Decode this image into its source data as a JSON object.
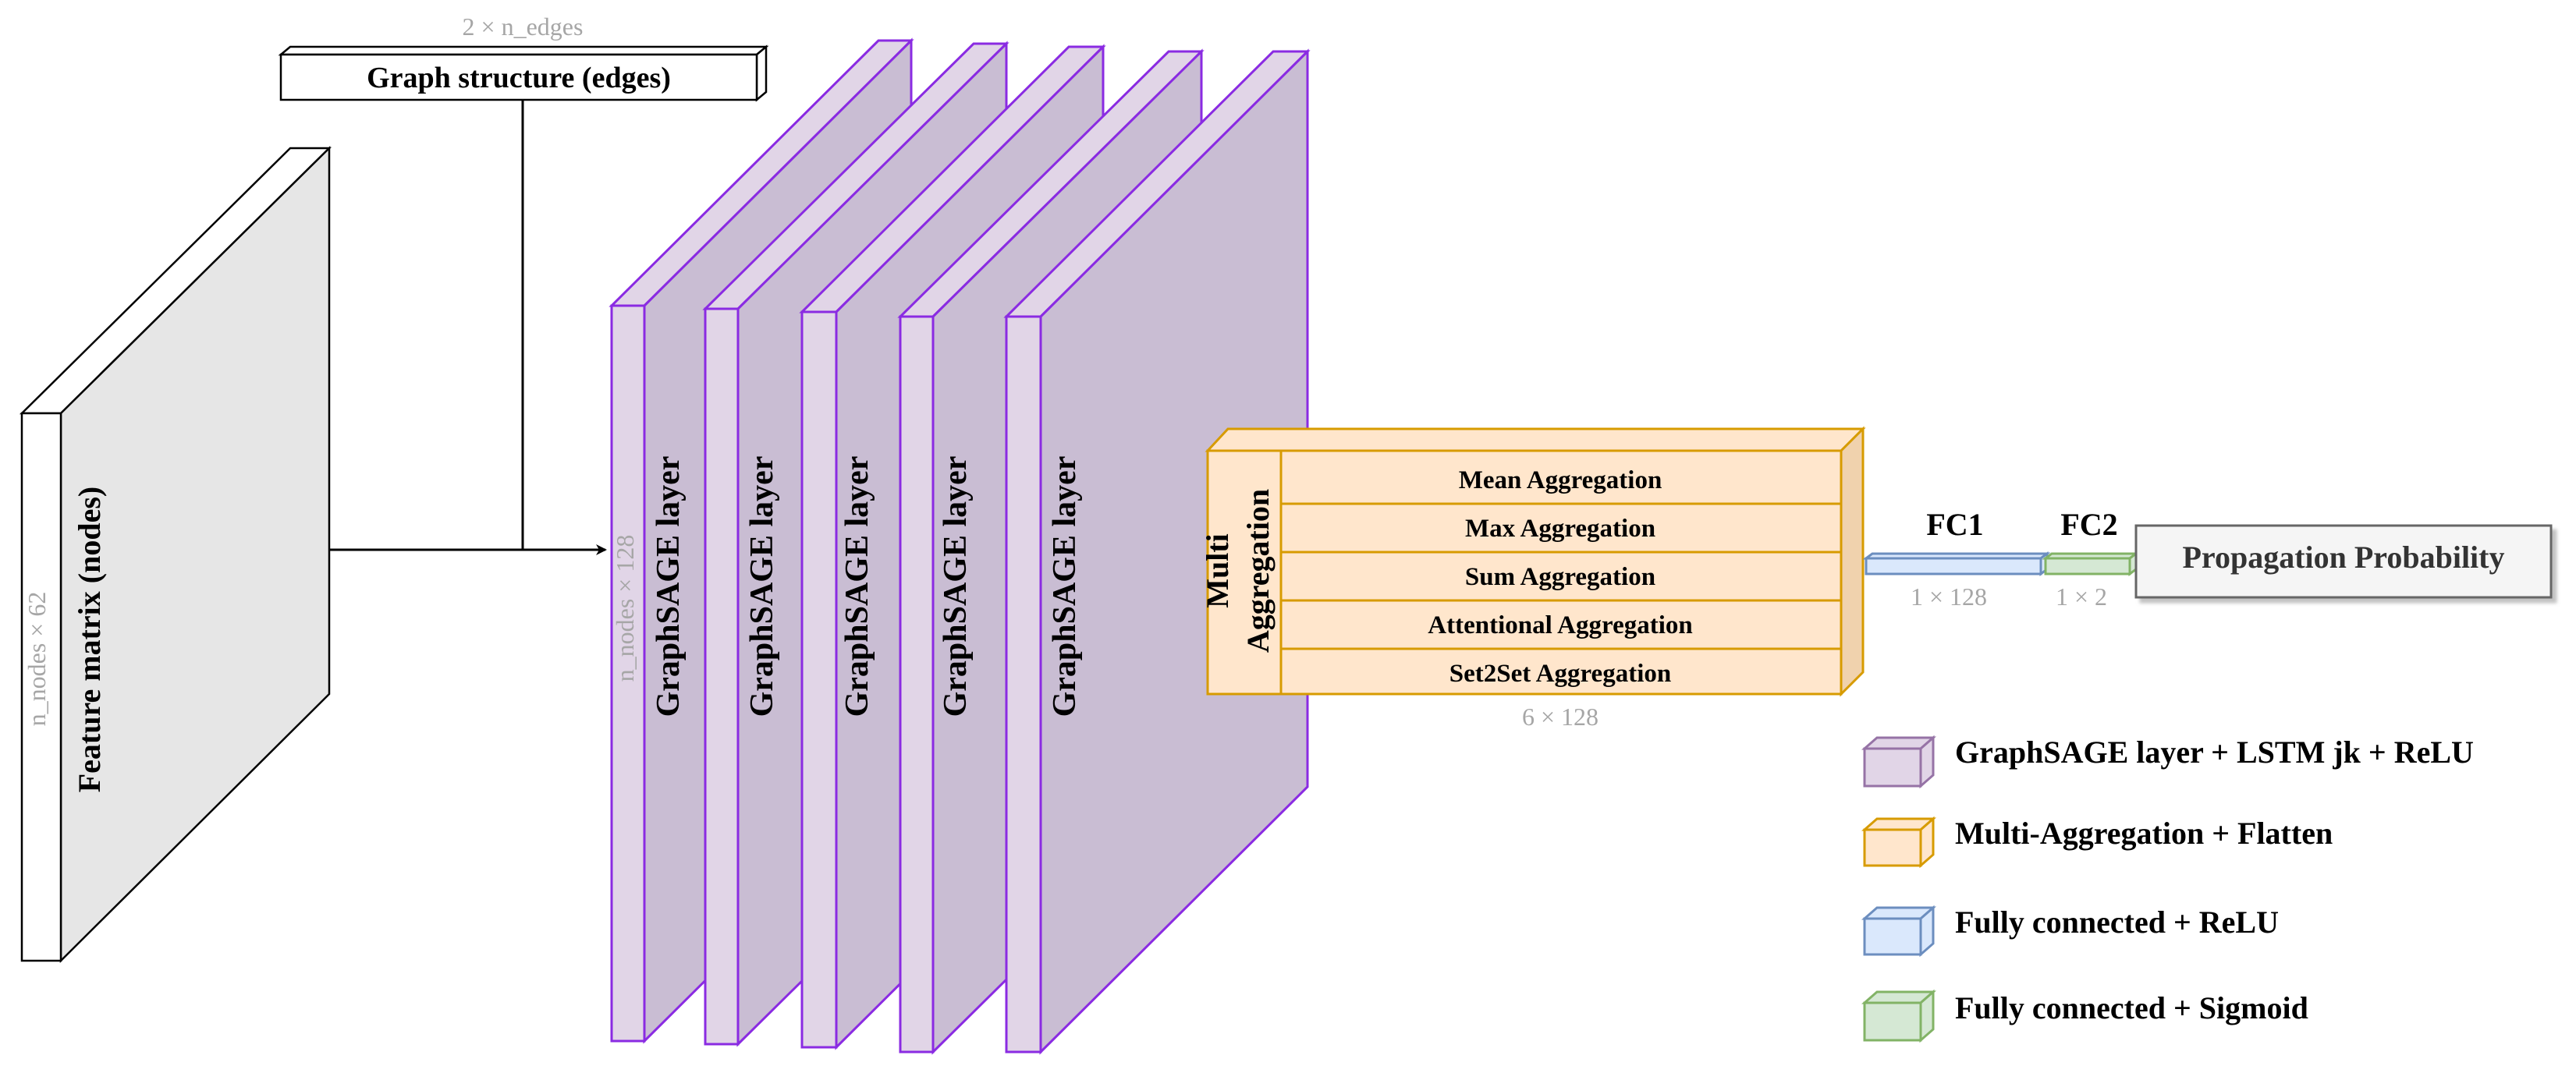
{
  "graph_structure": {
    "label": "Graph structure (edges)",
    "dim": "2 × n_edges"
  },
  "feature_matrix": {
    "label": "Feature matrix (nodes)",
    "dim": "n_nodes × 62"
  },
  "sage_layers": {
    "label": "GraphSAGE layer",
    "dim": "n_nodes × 128",
    "count": 5
  },
  "multi_aggregation": {
    "title_line1": "Multi",
    "title_line2": "Aggregation",
    "rows": [
      "Mean Aggregation",
      "Max Aggregation",
      "Sum Aggregation",
      "Attentional Aggregation",
      "Set2Set Aggregation"
    ],
    "dim": "6 × 128"
  },
  "fc1": {
    "label": "FC1",
    "dim": "1 × 128"
  },
  "fc2": {
    "label": "FC2",
    "dim": "1 × 2"
  },
  "output": {
    "label": "Propagation Probability"
  },
  "legend": [
    {
      "label": "GraphSAGE layer + LSTM jk + ReLU",
      "fill": "#e1d5e7",
      "stroke": "#9673a6"
    },
    {
      "label": "Multi-Aggregation + Flatten",
      "fill": "#ffe6cc",
      "stroke": "#d79b00"
    },
    {
      "label": "Fully connected + ReLU",
      "fill": "#dae8fc",
      "stroke": "#6c8ebf"
    },
    {
      "label": "Fully connected + Sigmoid",
      "fill": "#d5e8d4",
      "stroke": "#82b366"
    }
  ],
  "colors": {
    "sage_front": "#e1d5e7",
    "sage_side": "#c9bdd3",
    "sage_stroke": "#8a2be2",
    "agg_fill": "#ffe6cc",
    "agg_side": "#f0d2ad",
    "agg_stroke": "#d79b00",
    "fc1_fill": "#dae8fc",
    "fc1_stroke": "#6c8ebf",
    "fc2_fill": "#d5e8d4",
    "fc2_stroke": "#82b366",
    "feature_fill": "#e6e6e6",
    "dim_text": "#a6a6a6"
  }
}
